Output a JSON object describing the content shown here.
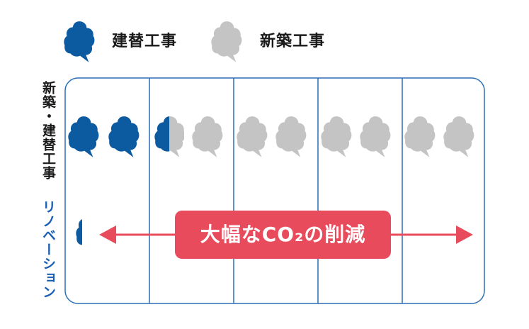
{
  "legend": {
    "rebuild_label": "建替工事",
    "new_build_label": "新築工事"
  },
  "side_labels": {
    "new_build_rebuild": "新築・建替工事",
    "renovation": "リノベーション"
  },
  "banner": {
    "text": "大幅なCO₂の削減"
  },
  "colors": {
    "rebuild_blue": "#0c5aa0",
    "new_build_gray": "#c4c4c4",
    "frame_blue": "#2a6fb5",
    "renovation_text": "#1a5fb4",
    "banner_red": "#e84c5c",
    "arrow_red": "#e84c5c"
  },
  "icons": {
    "legend_rebuild": "cloud-speech-icon",
    "legend_new_build": "cloud-speech-icon"
  },
  "row1_icons": [
    "blue",
    "blue",
    "half",
    "gray",
    "gray",
    "gray",
    "gray",
    "gray",
    "gray",
    "gray"
  ],
  "renovation_icon": "partial-blue"
}
